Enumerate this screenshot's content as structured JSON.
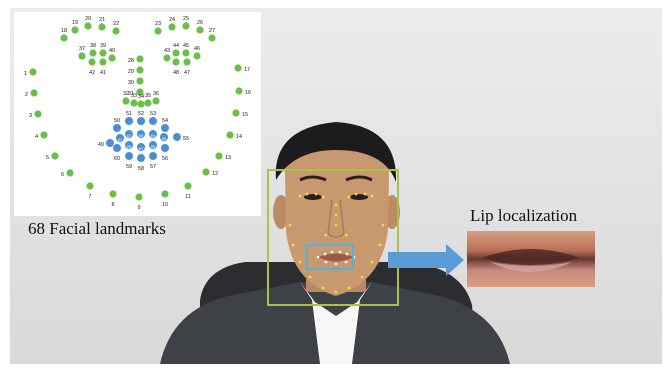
{
  "figure": {
    "landmarks_caption": "68 Facial landmarks",
    "lip_caption": "Lip localization"
  },
  "landmark_scheme": {
    "labels": [
      "1",
      "2",
      "3",
      "4",
      "5",
      "6",
      "7",
      "8",
      "9",
      "10",
      "11",
      "12",
      "13",
      "14",
      "15",
      "16",
      "17",
      "18",
      "19",
      "20",
      "21",
      "22",
      "23",
      "24",
      "25",
      "26",
      "27",
      "28",
      "29",
      "30",
      "31",
      "32",
      "33",
      "34",
      "35",
      "36",
      "37",
      "38",
      "39",
      "40",
      "41",
      "42",
      "43",
      "44",
      "45",
      "46",
      "47",
      "48",
      "49",
      "50",
      "51",
      "52",
      "53",
      "54",
      "55",
      "56",
      "57",
      "58",
      "59",
      "60",
      "61",
      "62",
      "63",
      "64",
      "65",
      "66",
      "67",
      "68"
    ],
    "non_mouth_color": "#6abf4b",
    "mouth_color": "#4a8fd3",
    "mouth_point_range": [
      49,
      68
    ]
  },
  "colors": {
    "face_box": "#a9c24a",
    "lip_box": "#4fb3de",
    "arrow": "#5b9bd5",
    "wall": "#e4e4e4",
    "suit": "#3e4145",
    "chair": "#2b2d31",
    "skin": "#c8996f",
    "lip_crop_bg": "#c48763"
  }
}
